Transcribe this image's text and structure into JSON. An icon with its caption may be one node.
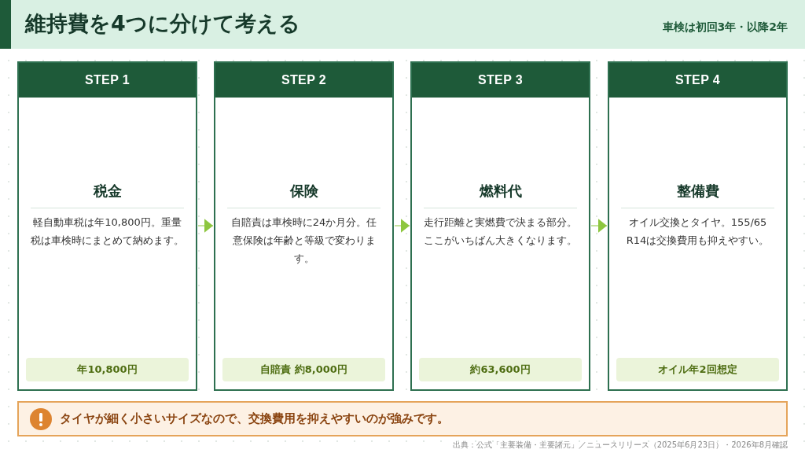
{
  "diagram": {
    "title": "維持費を4つに分けて考える",
    "nodes": [
      {
        "text": [
          "STEP 1",
          "税金",
          "軽自動車税は年10,800円。重量税は車検時にまとめて納めます。",
          "年10,800円"
        ]
      },
      {
        "text": [
          "STEP 2",
          "保険",
          "自賠責は車検時に24か月分。任意保険は年齢と等級で変わります。",
          "自賠責 約8,000円"
        ]
      },
      {
        "text": [
          "STEP 3",
          "燃料代",
          "走行距離と実燃費で決まる部分。ここがいちばん大きくなります。",
          "約63,600円"
        ]
      },
      {
        "text": [
          "STEP 4",
          "整備費",
          "オイル交換とタイヤ。155/65 R14は交換費用も抑えやすい。",
          "オイル年2回想定"
        ]
      }
    ],
    "edges": [
      {
        "from": 0,
        "to": 1,
        "arrow": "to"
      },
      {
        "from": 1,
        "to": 2,
        "arrow": "to"
      },
      {
        "from": 2,
        "to": 3,
        "arrow": "to"
      }
    ],
    "labels": [
      "車検は初回3年・以降2年",
      "タイヤが細く小さいサイズなので、交換費用を抑えやすいのが強みです。",
      "出典：公式「主要装備・主要諸元」／ニュースリリース（2025年6月23日）・2026年8月確認"
    ]
  }
}
